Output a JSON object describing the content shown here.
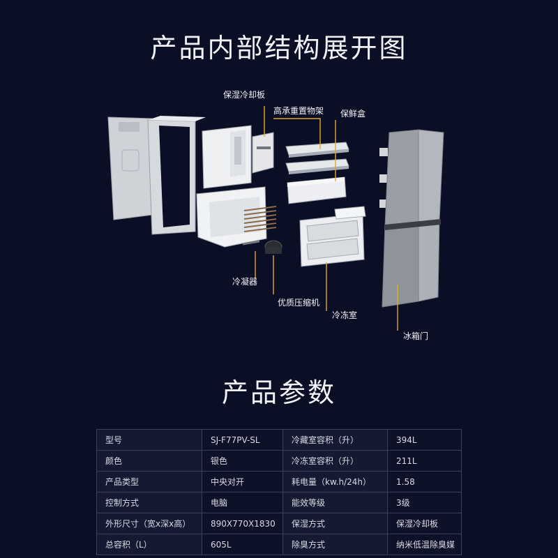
{
  "header": {
    "title": "产品内部结构展开图"
  },
  "diagram": {
    "labels": {
      "cooling_plate": "保湿冷却板",
      "shelf": "高承重置物架",
      "crisper": "保鲜盒",
      "condenser": "冷凝器",
      "compressor": "优质压缩机",
      "freezer": "冷冻室",
      "door": "冰箱门"
    },
    "leader_color": "#e3a92e"
  },
  "params": {
    "title": "产品参数",
    "rows": [
      {
        "k1": "型号",
        "v1": "SJ-F77PV-SL",
        "k2": "冷藏室容积（升）",
        "v2": "394L"
      },
      {
        "k1": "颜色",
        "v1": "银色",
        "k2": "冷冻室容积（升）",
        "v2": "211L"
      },
      {
        "k1": "产品类型",
        "v1": "中央对开",
        "k2": "耗电量（kw.h/24h）",
        "v2": "1.58"
      },
      {
        "k1": "控制方式",
        "v1": "电脑",
        "k2": "能效等级",
        "v2": "3级"
      },
      {
        "k1": "外形尺寸（宽x深x高）",
        "v1": "890X770X1830",
        "k2": "保湿方式",
        "v2": "保湿冷却板"
      },
      {
        "k1": "总容积（L）",
        "v1": "605L",
        "k2": "除臭方式",
        "v2": "纳米低温除臭媒"
      }
    ]
  }
}
